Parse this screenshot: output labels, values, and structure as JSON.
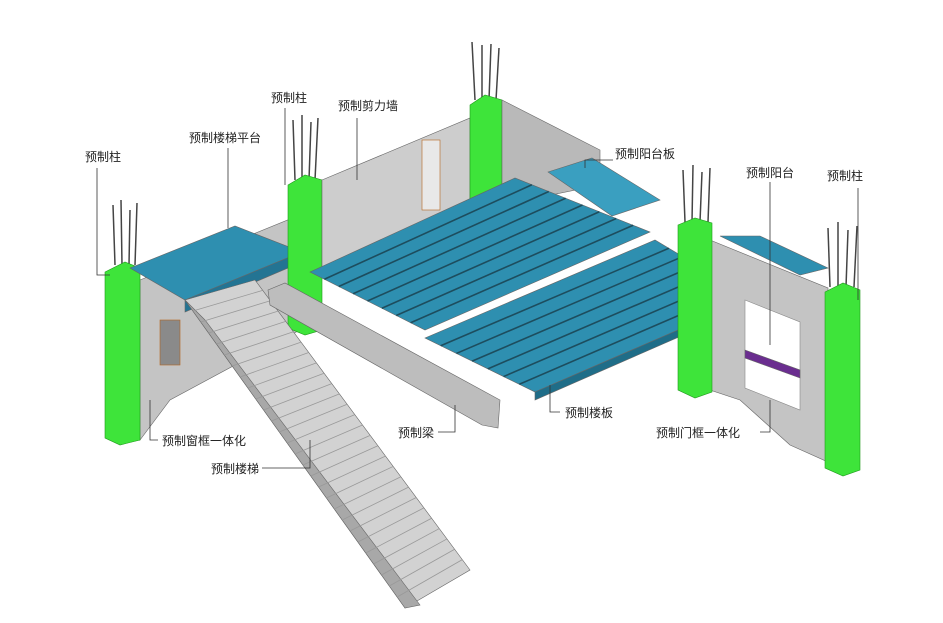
{
  "labels": {
    "column_left": "预制柱",
    "column_mid": "预制柱",
    "stair_platform": "预制楼梯平台",
    "shear_wall": "预制剪力墙",
    "balcony_slab": "预制阳台板",
    "balcony": "预制阳台",
    "column_right": "预制柱",
    "floor_slab": "预制楼板",
    "beam": "预制梁",
    "door_frame": "预制门框一体化",
    "window_frame": "预制窗框一体化",
    "stair": "预制楼梯"
  },
  "colors": {
    "column": "#3ee43a",
    "slab": "#2e8fb0",
    "concrete": "#c9c9c9",
    "concrete_dark": "#a8a8a8",
    "rebar": "#555555"
  }
}
